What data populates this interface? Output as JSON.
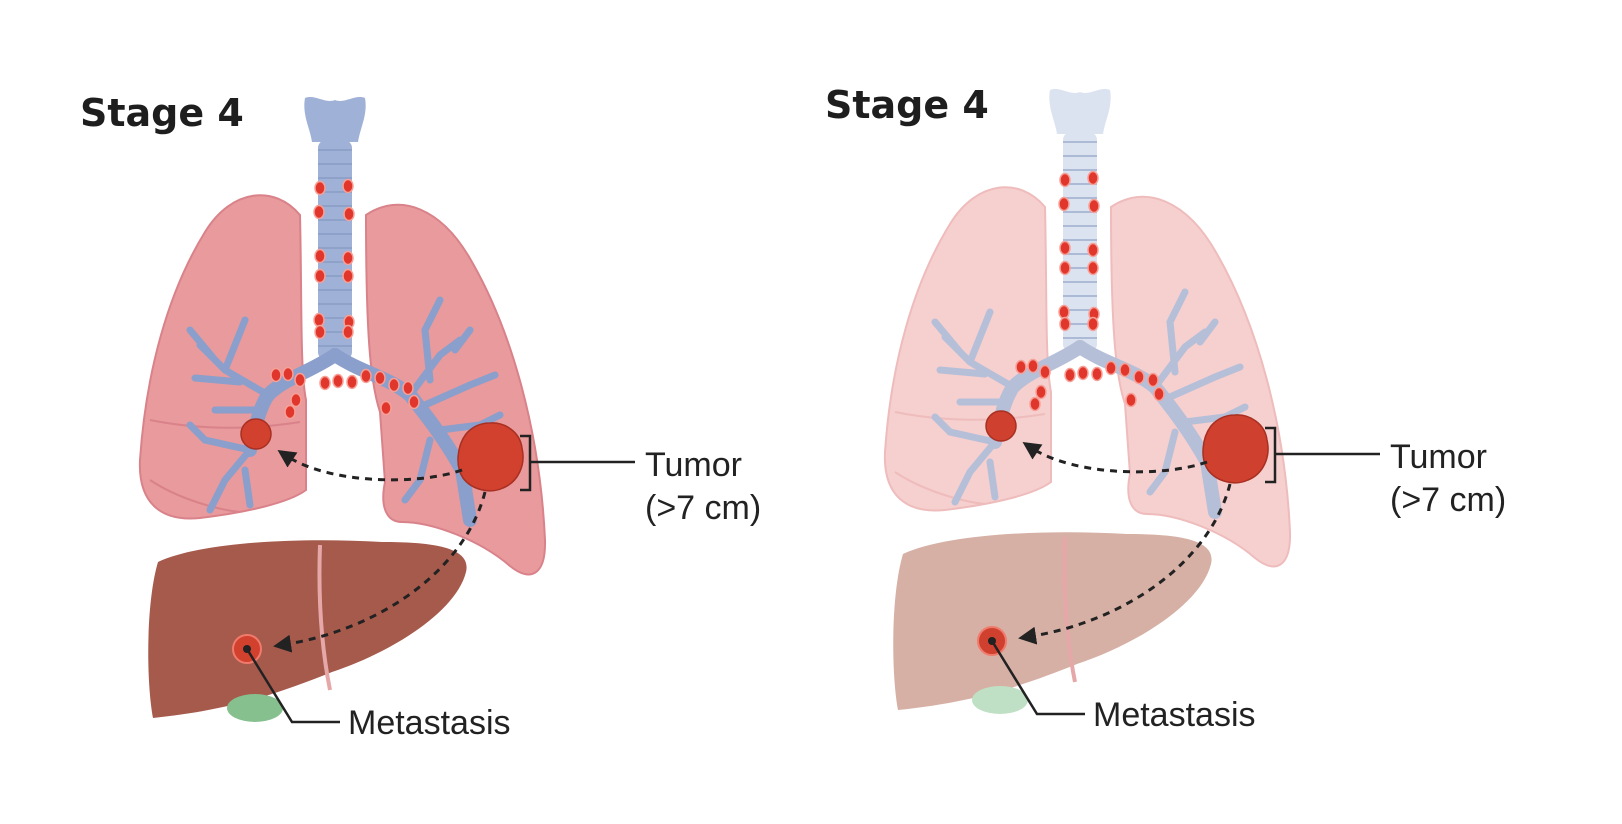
{
  "panels": [
    {
      "id": "original",
      "title": "Stage 4",
      "tumor_label": "Tumor",
      "tumor_size": "(>7 cm)",
      "metastasis_label": "Metastasis",
      "colors": {
        "lung": "#e89a9c",
        "lung_edge": "#d9828a",
        "trachea": "#9fb1d6",
        "bronchi": "#8a9fcc",
        "liver": "#a65a4c",
        "node": "#e0362b",
        "tumor": "#d2402e",
        "gallbladder": "#86c08f"
      }
    },
    {
      "id": "faded",
      "title": "Stage 4",
      "tumor_label": "Tumor",
      "tumor_size": "(>7 cm)",
      "metastasis_label": "Metastasis",
      "colors": {
        "lung": "#f6cfcf",
        "lung_edge": "#efbcbc",
        "trachea": "#dbe2f0",
        "bronchi": "#b6bfd8",
        "liver": "#d6b0a4",
        "node": "#e0362b",
        "tumor": "#cf402e",
        "gallbladder": "#bfe0c4"
      }
    }
  ]
}
